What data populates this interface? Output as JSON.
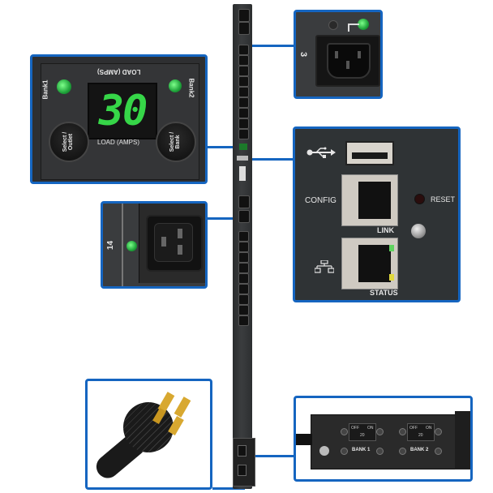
{
  "product": {
    "description": "Vertical metered power distribution unit with callout detail images",
    "accent_color": "#1565c0"
  },
  "callouts": {
    "load_display": {
      "top_label": "LOAD (AMPS)",
      "reading": "30",
      "bottom_label": "LOAD (AMPS)",
      "bank1_label": "Bank1",
      "bank2_label": "Bank2",
      "select_outlet_label": "Select / Outlet",
      "select_bank_label": "Select / Bank",
      "display_color": "#36d648"
    },
    "outlet_c13": {
      "outlet_number": "3",
      "type": "C13"
    },
    "network_panel": {
      "usb_icon": "usb-icon",
      "config_label": "CONFIG",
      "reset_label": "RESET",
      "link_label": "LINK",
      "network_icon": "network-icon",
      "status_label": "STATUS"
    },
    "outlet_c19": {
      "outlet_number": "14",
      "type": "C19"
    },
    "plug": {
      "description": "Locking input plug"
    },
    "breakers": {
      "bank1_label": "BANK 1",
      "bank2_label": "BANK 2",
      "off_label": "OFF",
      "on_label": "ON",
      "rating": "20"
    }
  }
}
